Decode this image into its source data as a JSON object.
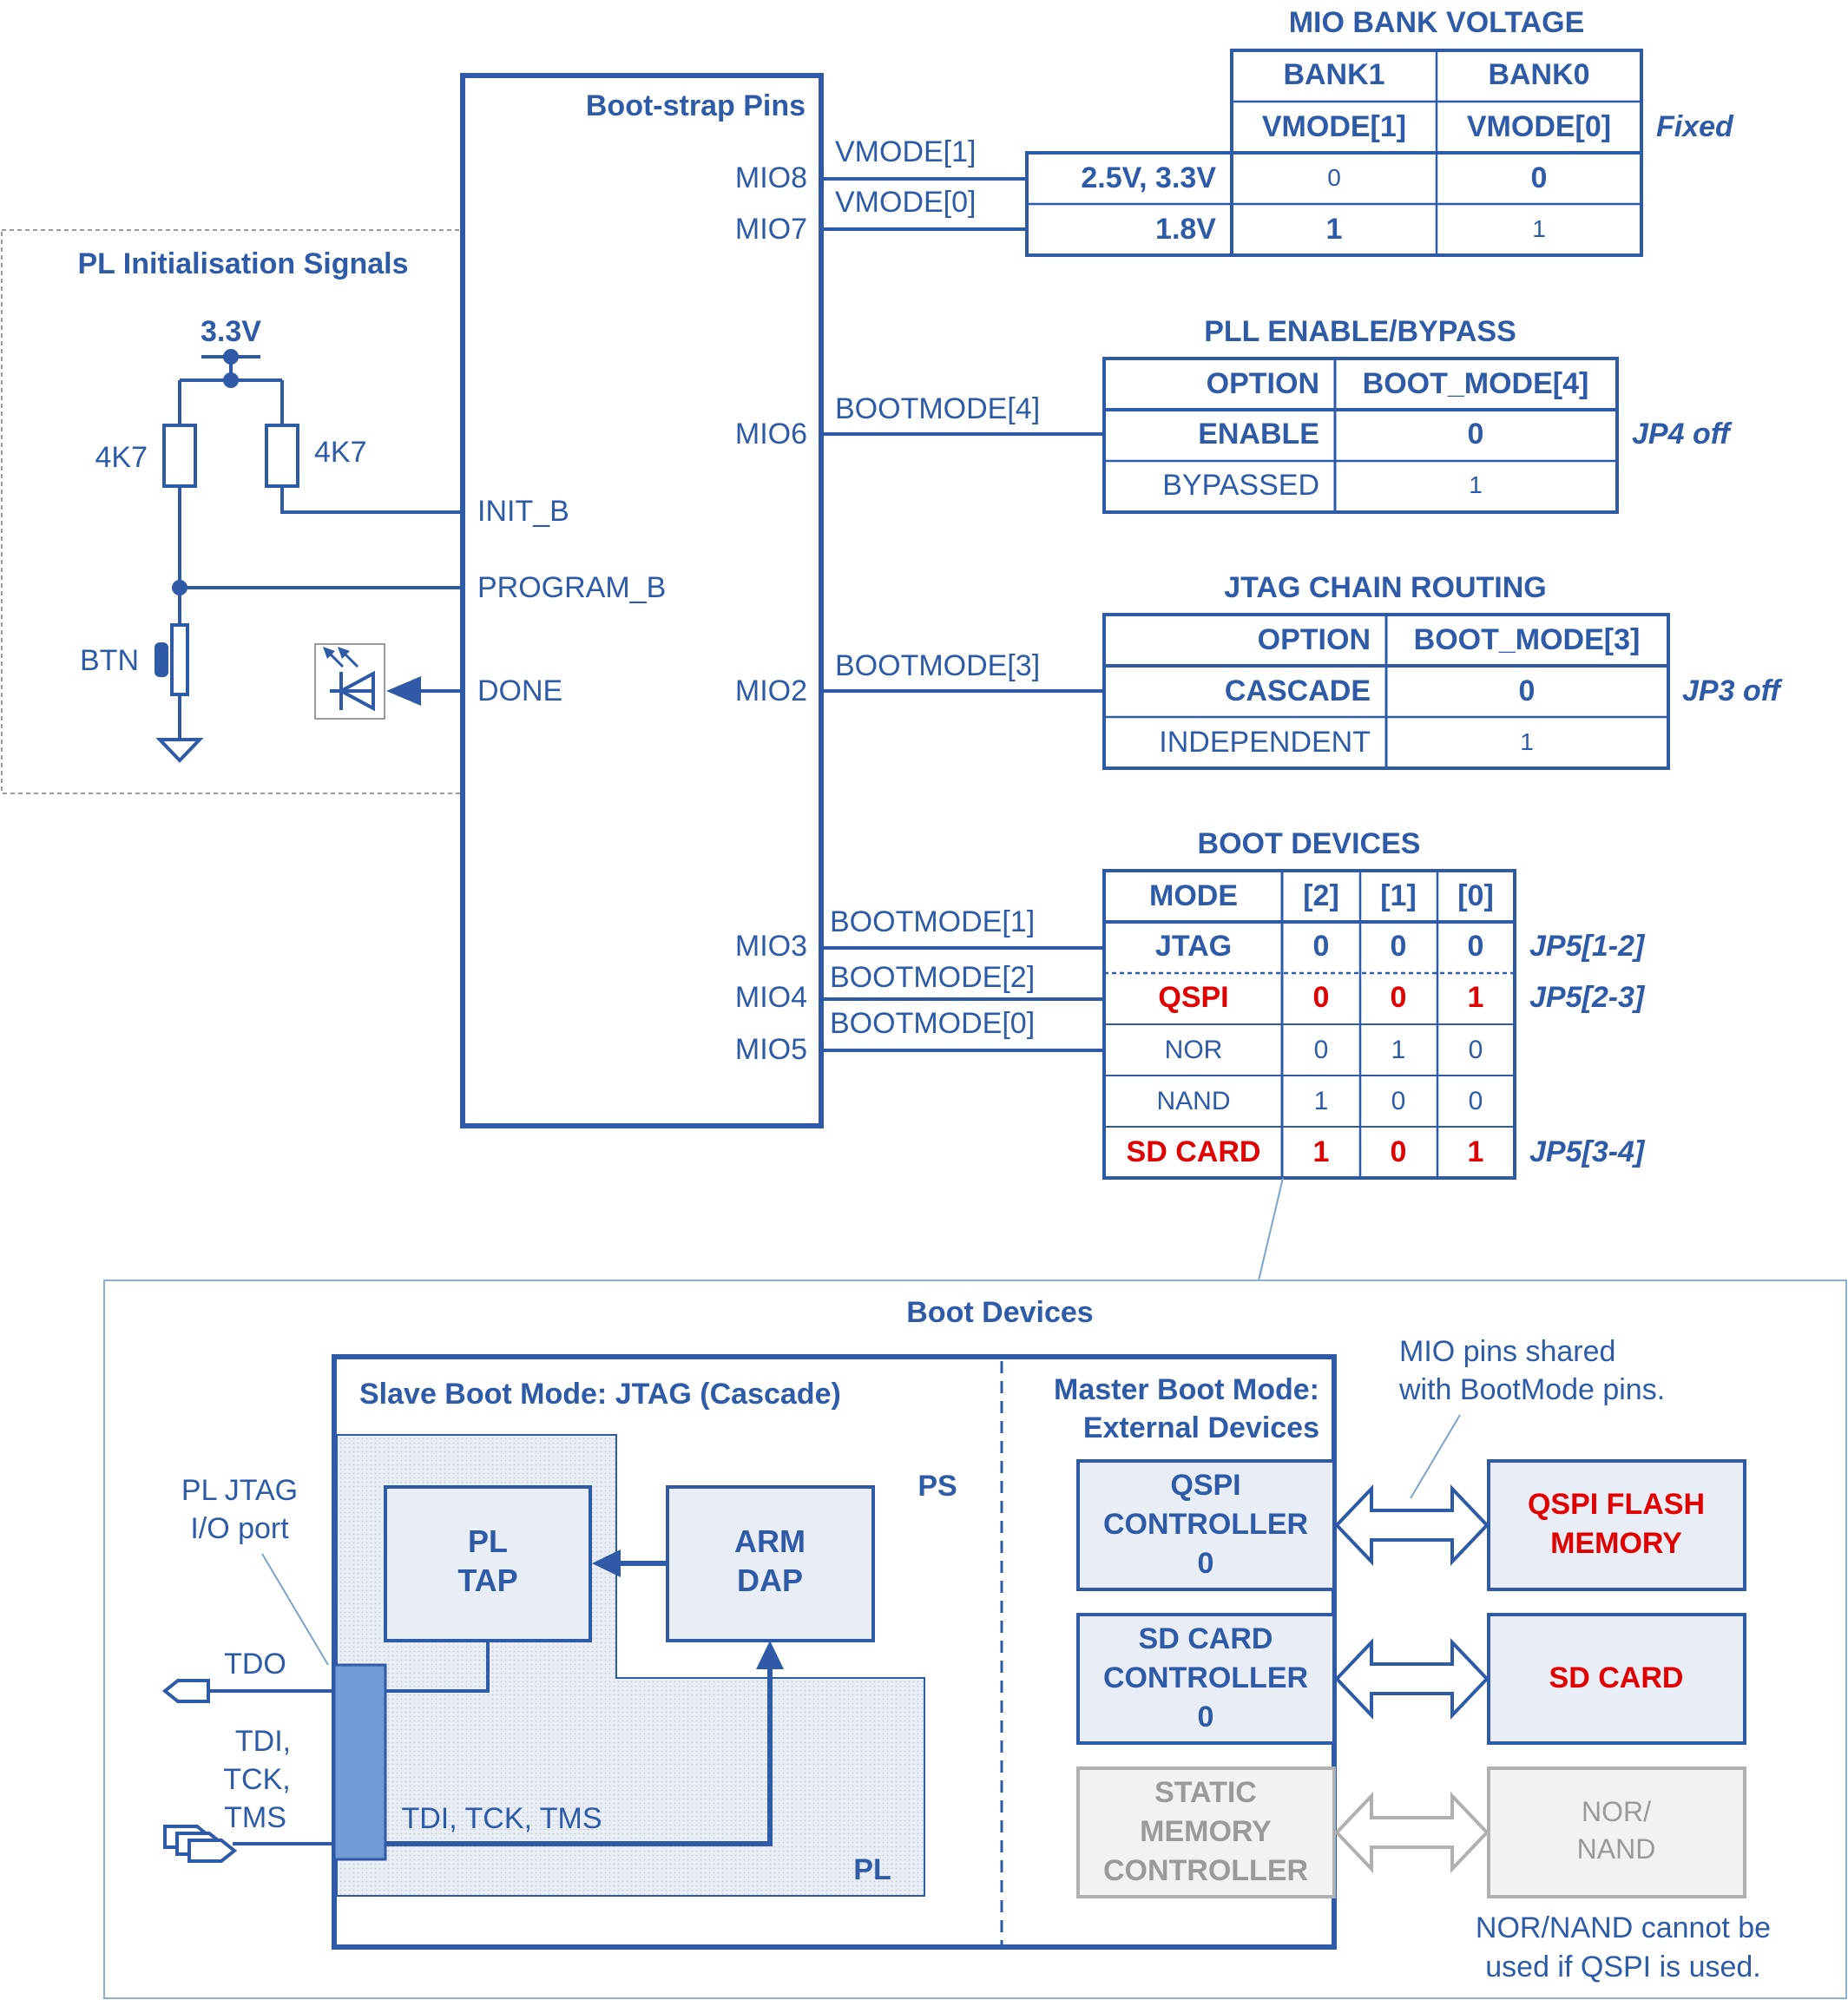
{
  "bootstrap": {
    "title": "Boot-strap Pins",
    "pins": {
      "mio8": "MIO8",
      "mio7": "MIO7",
      "mio6": "MIO6",
      "mio2": "MIO2",
      "mio3": "MIO3",
      "mio4": "MIO4",
      "mio5": "MIO5"
    },
    "left_pins": {
      "init_b": "INIT_B",
      "program_b": "PROGRAM_B",
      "done": "DONE"
    },
    "signals": {
      "vmode1": "VMODE[1]",
      "vmode0": "VMODE[0]",
      "bootmode4": "BOOTMODE[4]",
      "bootmode3": "BOOTMODE[3]",
      "bootmode1": "BOOTMODE[1]",
      "bootmode2": "BOOTMODE[2]",
      "bootmode0": "BOOTMODE[0]"
    }
  },
  "pl_init": {
    "title": "PL Initialisation Signals",
    "supply": "3.3V",
    "r1": "4K7",
    "r2": "4K7",
    "button": "BTN"
  },
  "mio_bank": {
    "title": "MIO BANK VOLTAGE",
    "headers": [
      "BANK1",
      "BANK0"
    ],
    "subheaders": [
      "VMODE[1]",
      "VMODE[0]"
    ],
    "rows": [
      {
        "label": "2.5V, 3.3V",
        "v1": "0",
        "v0": "0"
      },
      {
        "label": "1.8V",
        "v1": "1",
        "v0": "1"
      }
    ],
    "note": "Fixed"
  },
  "pll": {
    "title": "PLL ENABLE/BYPASS",
    "headers": [
      "OPTION",
      "BOOT_MODE[4]"
    ],
    "rows": [
      {
        "label": "ENABLE",
        "value": "0"
      },
      {
        "label": "BYPASSED",
        "value": "1"
      }
    ],
    "note": "JP4 off"
  },
  "jtag": {
    "title": "JTAG CHAIN ROUTING",
    "headers": [
      "OPTION",
      "BOOT_MODE[3]"
    ],
    "rows": [
      {
        "label": "CASCADE",
        "value": "0"
      },
      {
        "label": "INDEPENDENT",
        "value": "1"
      }
    ],
    "note": "JP3 off"
  },
  "boot_dev_table": {
    "title": "BOOT DEVICES",
    "headers": [
      "MODE",
      "[2]",
      "[1]",
      "[0]"
    ],
    "rows": [
      {
        "mode": "JTAG",
        "b2": "0",
        "b1": "0",
        "b0": "0",
        "note": "JP5[1-2]"
      },
      {
        "mode": "QSPI",
        "b2": "0",
        "b1": "0",
        "b0": "1",
        "note": "JP5[2-3]"
      },
      {
        "mode": "NOR",
        "b2": "0",
        "b1": "1",
        "b0": "0",
        "note": ""
      },
      {
        "mode": "NAND",
        "b2": "1",
        "b1": "0",
        "b0": "0",
        "note": ""
      },
      {
        "mode": "SD CARD",
        "b2": "1",
        "b1": "0",
        "b0": "1",
        "note": "JP5[3-4]"
      }
    ]
  },
  "boot_devices": {
    "title": "Boot Devices",
    "slave_title": "Slave Boot Mode: JTAG (Cascade)",
    "master_title_1": "Master Boot Mode:",
    "master_title_2": "External Devices",
    "ps": "PS",
    "pl": "PL",
    "pl_tap_1": "PL",
    "pl_tap_2": "TAP",
    "arm_dap_1": "ARM",
    "arm_dap_2": "DAP",
    "jtag_port_1": "PL JTAG",
    "jtag_port_2": "I/O port",
    "tdo": "TDO",
    "tdi_1": "TDI,",
    "tdi_2": "TCK,",
    "tdi_3": "TMS",
    "bus_label": "TDI, TCK, TMS",
    "qspi_ctrl": [
      "QSPI",
      "CONTROLLER",
      "0"
    ],
    "sd_ctrl": [
      "SD CARD",
      "CONTROLLER",
      "0"
    ],
    "smc": [
      "STATIC",
      "MEMORY",
      "CONTROLLER"
    ],
    "qspi_mem": [
      "QSPI FLASH",
      "MEMORY"
    ],
    "sd_card": "SD CARD",
    "nor_nand": [
      "NOR/",
      "NAND"
    ],
    "shared_note": [
      "MIO pins shared",
      "with BootMode pins."
    ],
    "nor_note": [
      "NOR/NAND cannot be",
      "used if QSPI is used."
    ]
  }
}
